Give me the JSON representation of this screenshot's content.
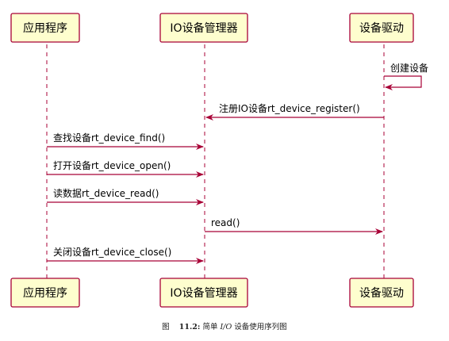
{
  "participants": [
    {
      "id": "app",
      "label": "应用程序"
    },
    {
      "id": "iomgr",
      "label": "IO设备管理器"
    },
    {
      "id": "driver",
      "label": "设备驱动"
    }
  ],
  "messages": [
    {
      "from": "driver",
      "to": "driver",
      "label": "创建设备"
    },
    {
      "from": "driver",
      "to": "iomgr",
      "label": "注册IO设备rt_device_register()"
    },
    {
      "from": "app",
      "to": "iomgr",
      "label": "查找设备rt_device_find()"
    },
    {
      "from": "app",
      "to": "iomgr",
      "label": "打开设备rt_device_open()"
    },
    {
      "from": "app",
      "to": "iomgr",
      "label": "读数据rt_device_read()"
    },
    {
      "from": "iomgr",
      "to": "driver",
      "label": "read()"
    },
    {
      "from": "app",
      "to": "iomgr",
      "label": "关闭设备rt_device_close()"
    }
  ],
  "caption": {
    "prefix": "图",
    "number": "11.2:",
    "text_a": "简单",
    "text_io": "I/O",
    "text_b": "设备使用序列图"
  },
  "colors": {
    "line": "#a80036",
    "box_fill": "#fefece"
  }
}
